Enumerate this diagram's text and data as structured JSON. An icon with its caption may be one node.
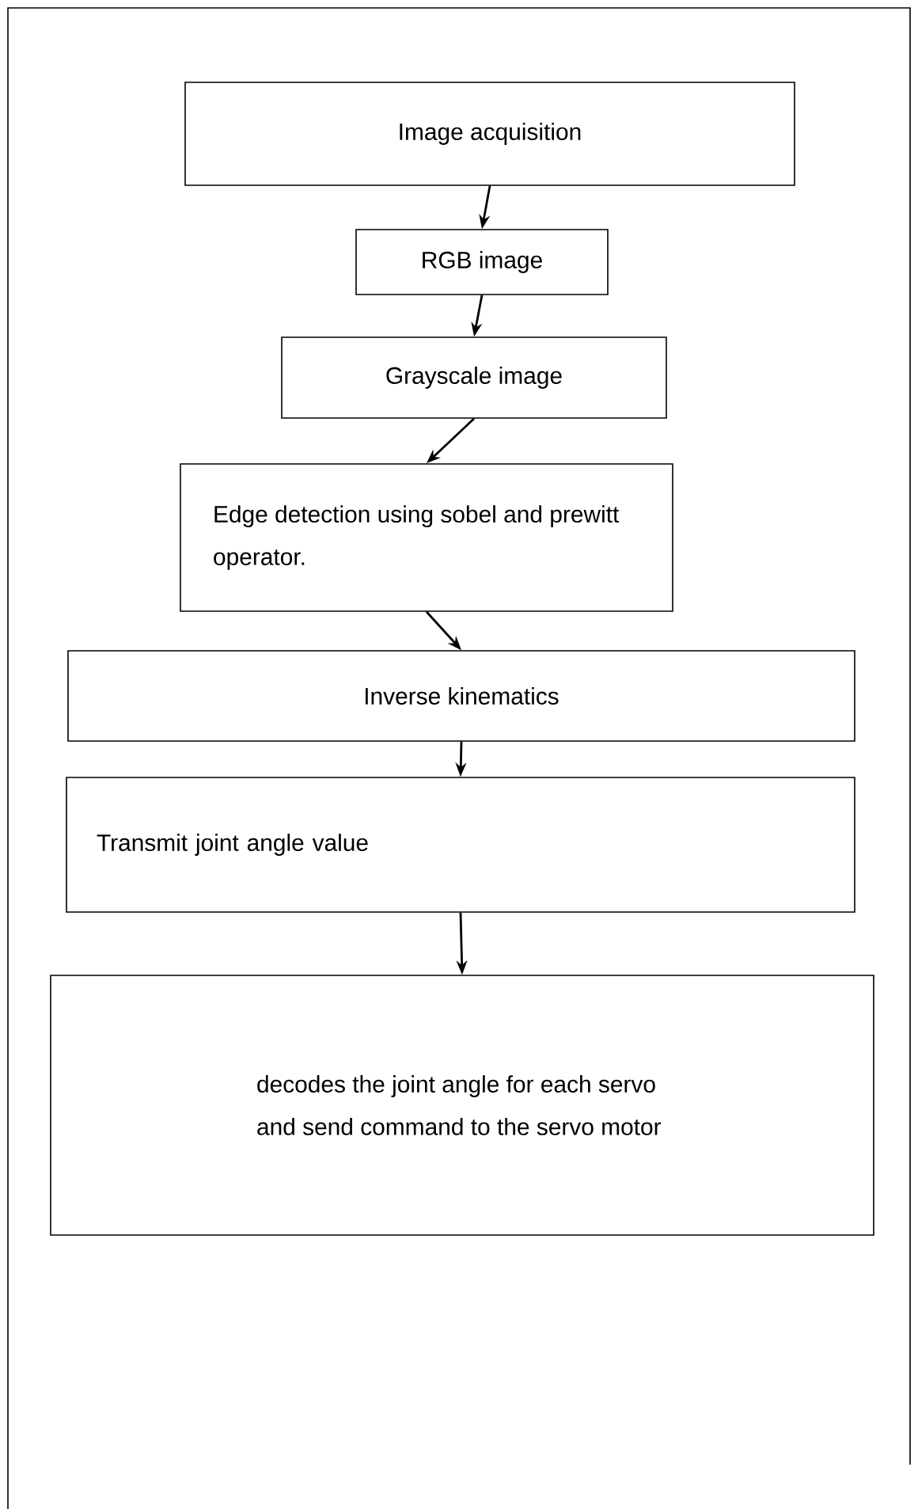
{
  "diagram": {
    "nodes": [
      {
        "text": [
          "Image acquisition"
        ]
      },
      {
        "text": [
          "RGB image"
        ]
      },
      {
        "text": [
          "Grayscale image"
        ]
      },
      {
        "text": [
          "Edge detection using sobel and prewitt operator."
        ]
      },
      {
        "text": [
          "Inverse kinematics"
        ]
      },
      {
        "text": [
          "Transmit joint angle value"
        ]
      },
      {
        "text": [
          "decodes the joint angle for each servo and send command to the servo motor"
        ]
      }
    ],
    "edges": [
      {
        "from": 0,
        "to": 1,
        "arrow": "to"
      },
      {
        "from": 1,
        "to": 2,
        "arrow": "to"
      },
      {
        "from": 2,
        "to": 3,
        "arrow": "to"
      },
      {
        "from": 3,
        "to": 4,
        "arrow": "to"
      },
      {
        "from": 4,
        "to": 5,
        "arrow": "to"
      },
      {
        "from": 5,
        "to": 6,
        "arrow": "to"
      }
    ]
  }
}
